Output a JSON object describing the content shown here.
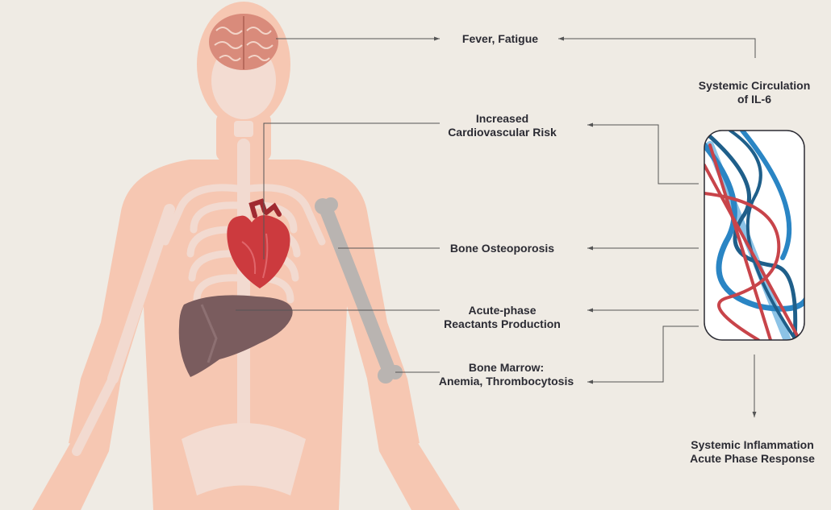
{
  "labels": {
    "fever": {
      "line1": "Fever, Fatigue"
    },
    "systemic_circulation": {
      "line1": "Systemic Circulation",
      "line2": "of IL-6"
    },
    "cardiovascular": {
      "line1": "Increased",
      "line2": "Cardiovascular Risk"
    },
    "osteoporosis": {
      "line1": "Bone Osteoporosis"
    },
    "acute_phase": {
      "line1": "Acute-phase",
      "line2": "Reactants Production"
    },
    "bone_marrow": {
      "line1": "Bone Marrow:",
      "line2": "Anemia, Thrombocytosis"
    },
    "inflammation": {
      "line1": "Systemic Inflammation",
      "line2": "Acute Phase Response"
    }
  },
  "colors": {
    "background": "#efebe4",
    "body_silhouette": "#f6c7b2",
    "skeleton": "#f3dcd2",
    "brain": "#d98b7b",
    "heart": "#cc3a3e",
    "liver": "#7a5c5e",
    "bone": "#b9b4b1",
    "connector": "#555555",
    "vessel_red": "#c8444a",
    "vessel_dark_blue": "#1f5f8a",
    "vessel_light_blue": "#8cc3e6",
    "vessel_mid_blue": "#2a85c4"
  }
}
